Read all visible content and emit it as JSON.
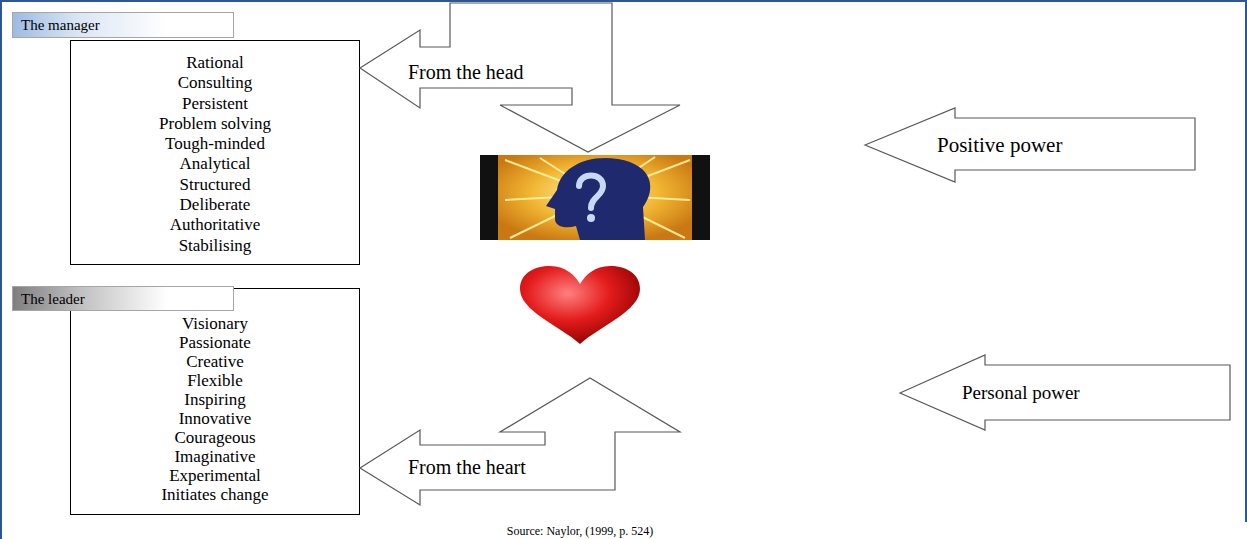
{
  "diagram": {
    "caption": "Source: Naylor, (1999, p. 524)",
    "nodes": [
      {
        "text": [
          "The manager"
        ]
      },
      {
        "text": [
          "Rational",
          "Consulting",
          "Persistent",
          "Problem solving",
          "Tough-minded",
          "Analytical",
          "Structured",
          "Deliberate",
          "Authoritative",
          "Stabilising"
        ]
      },
      {
        "text": [
          "From the head"
        ]
      },
      {
        "text": [
          "Positive power"
        ]
      },
      {
        "text": [
          "The leader"
        ]
      },
      {
        "text": [
          "Visionary",
          "Passionate",
          "Creative",
          "Flexible",
          "Inspiring",
          "Innovative",
          "Courageous",
          "Imaginative",
          "Experimental",
          "Initiates change"
        ]
      },
      {
        "text": [
          "From the heart"
        ]
      },
      {
        "text": [
          "Personal power"
        ]
      }
    ]
  }
}
